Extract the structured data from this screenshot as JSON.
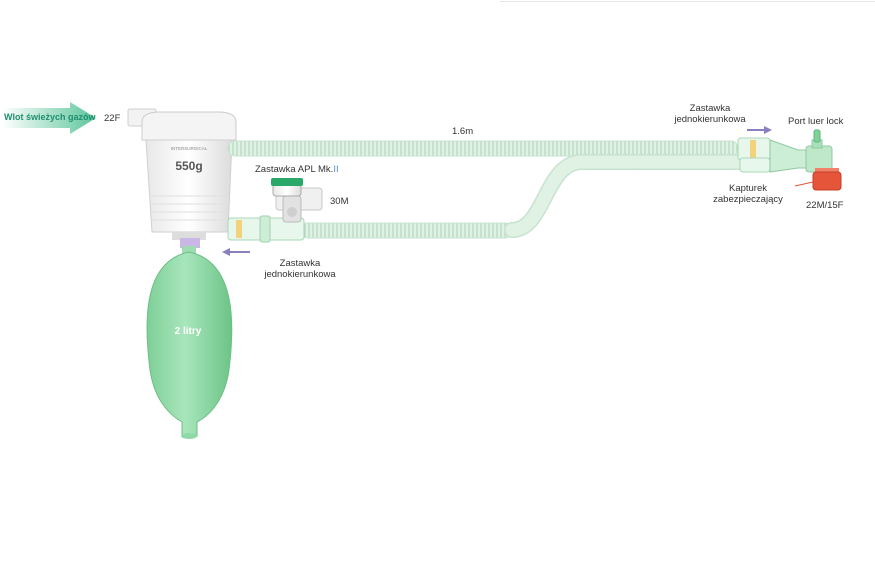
{
  "labels": {
    "fresh_gas_inlet": "Wlot świeżych gazów",
    "fresh_gas_port": "22F",
    "canister_brand": "INTERSURGICAL",
    "canister_capacity": "550g",
    "tube_length": "1.6m",
    "apl_valve_prefix": "Zastawka APL Mk.",
    "apl_valve_suffix": "II",
    "apl_port": "30M",
    "one_way_valve_bottom_line1": "Zastawka",
    "one_way_valve_bottom_line2": "jednokierunkowa",
    "one_way_valve_top_line1": "Zastawka",
    "one_way_valve_top_line2": "jednokierunkowa",
    "luer_port": "Port luer lock",
    "cap_line1": "Kapturek",
    "cap_line2": "zabezpieczający",
    "patient_port": "22M/15F",
    "bag_volume": "2 litry"
  },
  "colors": {
    "bag": "#8fd9a8",
    "tubing": "#d9efdf",
    "tubing_rib": "#b7d9c0",
    "arrow": "#8b7fc0",
    "cap": "#e5553a",
    "inlet_arrow": "#7ed1b0",
    "apl_cap": "#2aa86a"
  }
}
